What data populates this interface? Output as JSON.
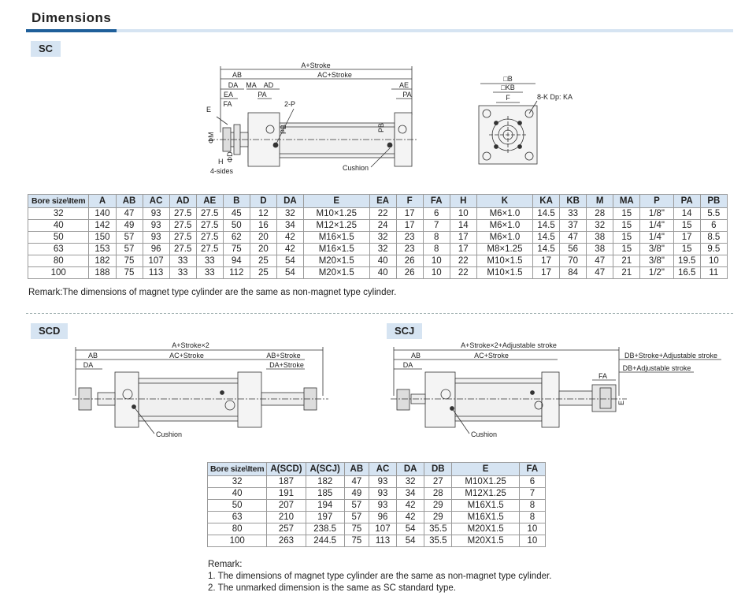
{
  "page_title": "Dimensions",
  "sections": {
    "sc": "SC",
    "scd": "SCD",
    "scj": "SCJ"
  },
  "drawing_labels": {
    "sc_side": {
      "a_stroke": "A+Stroke",
      "ab": "AB",
      "ac_stroke": "AC+Stroke",
      "da": "DA",
      "ma": "MA",
      "ad": "AD",
      "ae": "AE",
      "ea": "EA",
      "pa_left": "PA",
      "pa_right": "PA",
      "fa": "FA",
      "two_p": "2-P",
      "e": "E",
      "phi_m": "ΦM",
      "phi_d": "ΦD",
      "pb_left": "PB",
      "pb_right": "PB",
      "h": "H",
      "four_sides": "4-sides",
      "cushion": "Cushion"
    },
    "sc_end": {
      "b": "□B",
      "kb": "□KB",
      "f": "F",
      "k_dp_ka": "8-K Dp: KA"
    },
    "scd": {
      "a_stroke2": "A+Stroke×2",
      "ab": "AB",
      "ac_stroke": "AC+Stroke",
      "ab_stroke": "AB+Stroke",
      "da": "DA",
      "da_stroke": "DA+Stroke",
      "cushion": "Cushion"
    },
    "scj": {
      "a_stroke2_adj": "A+Stroke×2+Adjustable stroke",
      "ab": "AB",
      "ac_stroke": "AC+Stroke",
      "db_stroke_adj": "DB+Stroke+Adjustable stroke",
      "db_adj": "DB+Adjustable stroke",
      "da": "DA",
      "fa": "FA",
      "e": "E",
      "cushion": "Cushion"
    }
  },
  "sc_table": {
    "headers": [
      "Bore size\\Item",
      "A",
      "AB",
      "AC",
      "AD",
      "AE",
      "B",
      "D",
      "DA",
      "E",
      "EA",
      "F",
      "FA",
      "H",
      "K",
      "KA",
      "KB",
      "M",
      "MA",
      "P",
      "PA",
      "PB"
    ],
    "rows": [
      [
        "32",
        "140",
        "47",
        "93",
        "27.5",
        "27.5",
        "45",
        "12",
        "32",
        "M10×1.25",
        "22",
        "17",
        "6",
        "10",
        "M6×1.0",
        "14.5",
        "33",
        "28",
        "15",
        "1/8\"",
        "14",
        "5.5"
      ],
      [
        "40",
        "142",
        "49",
        "93",
        "27.5",
        "27.5",
        "50",
        "16",
        "34",
        "M12×1.25",
        "24",
        "17",
        "7",
        "14",
        "M6×1.0",
        "14.5",
        "37",
        "32",
        "15",
        "1/4\"",
        "15",
        "6"
      ],
      [
        "50",
        "150",
        "57",
        "93",
        "27.5",
        "27.5",
        "62",
        "20",
        "42",
        "M16×1.5",
        "32",
        "23",
        "8",
        "17",
        "M6×1.0",
        "14.5",
        "47",
        "38",
        "15",
        "1/4\"",
        "17",
        "8.5"
      ],
      [
        "63",
        "153",
        "57",
        "96",
        "27.5",
        "27.5",
        "75",
        "20",
        "42",
        "M16×1.5",
        "32",
        "23",
        "8",
        "17",
        "M8×1.25",
        "14.5",
        "56",
        "38",
        "15",
        "3/8\"",
        "15",
        "9.5"
      ],
      [
        "80",
        "182",
        "75",
        "107",
        "33",
        "33",
        "94",
        "25",
        "54",
        "M20×1.5",
        "40",
        "26",
        "10",
        "22",
        "M10×1.5",
        "17",
        "70",
        "47",
        "21",
        "3/8\"",
        "19.5",
        "10"
      ],
      [
        "100",
        "188",
        "75",
        "113",
        "33",
        "33",
        "112",
        "25",
        "54",
        "M20×1.5",
        "40",
        "26",
        "10",
        "22",
        "M10×1.5",
        "17",
        "84",
        "47",
        "21",
        "1/2\"",
        "16.5",
        "11"
      ]
    ]
  },
  "sc_remark": "Remark:The dimensions of magnet type cylinder are the same as non-magnet type cylinder.",
  "scd_table": {
    "headers": [
      "Bore size\\Item",
      "A(SCD)",
      "A(SCJ)",
      "AB",
      "AC",
      "DA",
      "DB",
      "E",
      "FA"
    ],
    "rows": [
      [
        "32",
        "187",
        "182",
        "47",
        "93",
        "32",
        "27",
        "M10X1.25",
        "6"
      ],
      [
        "40",
        "191",
        "185",
        "49",
        "93",
        "34",
        "28",
        "M12X1.25",
        "7"
      ],
      [
        "50",
        "207",
        "194",
        "57",
        "93",
        "42",
        "29",
        "M16X1.5",
        "8"
      ],
      [
        "63",
        "210",
        "197",
        "57",
        "96",
        "42",
        "29",
        "M16X1.5",
        "8"
      ],
      [
        "80",
        "257",
        "238.5",
        "75",
        "107",
        "54",
        "35.5",
        "M20X1.5",
        "10"
      ],
      [
        "100",
        "263",
        "244.5",
        "75",
        "113",
        "54",
        "35.5",
        "M20X1.5",
        "10"
      ]
    ]
  },
  "scd_remark": {
    "title": "Remark:",
    "line1": "1. The dimensions of magnet type cylinder are the same as non-magnet type cylinder.",
    "line2": "2. The unmarked dimension is the same as SC standard type."
  }
}
